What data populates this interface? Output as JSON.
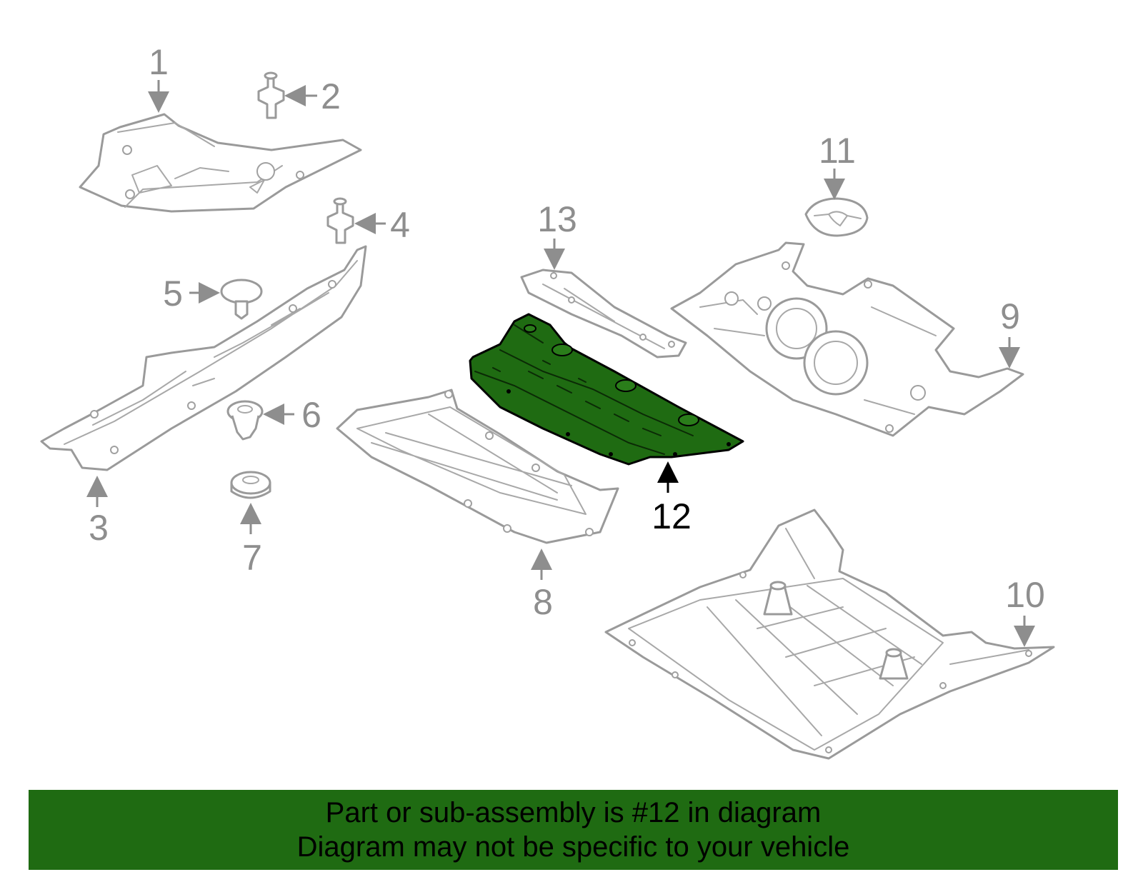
{
  "callouts": [
    "1",
    "2",
    "3",
    "4",
    "5",
    "6",
    "7",
    "8",
    "9",
    "10",
    "11",
    "12",
    "13"
  ],
  "highlight_color": "#1f6b12",
  "banner": {
    "line1": "Part or sub-assembly is #12 in diagram",
    "line2": "Diagram may not be specific to your vehicle"
  }
}
